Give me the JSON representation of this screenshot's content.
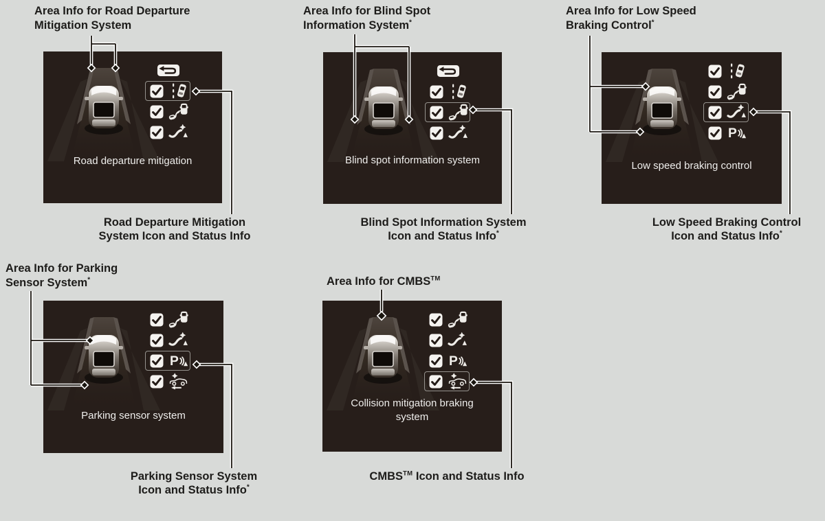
{
  "colors": {
    "page_background": "#d8dad8",
    "panel_background": "#271e1a",
    "panel_text": "#eeedeb",
    "label_text": "#1d1c1a",
    "icon_white": "#efede9",
    "icon_dark": "#241b17",
    "highlight_box_border": "#96938e",
    "callout_line_core": "#19150f",
    "callout_line_outline": "#ffffff"
  },
  "panels": [
    {
      "id": "road-departure-mitigation",
      "area_label": {
        "line1": "Area Info for Road Departure",
        "sup1": "",
        "line2": "Mitigation System",
        "sup2": ""
      },
      "screen": {
        "caption": "Road departure mitigation",
        "rows": [
          {
            "icon": "return-arrow",
            "checkbox": false,
            "highlighted": false
          },
          {
            "icon": "road-departure-mitigation",
            "checkbox": true,
            "checked": true,
            "highlighted": true
          },
          {
            "icon": "blind-spot-information",
            "checkbox": true,
            "checked": true,
            "highlighted": false
          },
          {
            "icon": "low-speed-braking",
            "checkbox": true,
            "checked": true,
            "highlighted": false
          }
        ]
      },
      "icon_label": {
        "line1a": "Road Departure Mitigation",
        "sup1": "",
        "line1b": "",
        "line2": "System Icon and Status Info",
        "sup2": ""
      }
    },
    {
      "id": "blind-spot-information-system",
      "area_label": {
        "line1": "Area Info for Blind Spot",
        "sup1": "",
        "line2": "Information System",
        "sup2": "*"
      },
      "screen": {
        "caption": "Blind spot information system",
        "rows": [
          {
            "icon": "return-arrow",
            "checkbox": false,
            "highlighted": false
          },
          {
            "icon": "road-departure-mitigation",
            "checkbox": true,
            "checked": true,
            "highlighted": false
          },
          {
            "icon": "blind-spot-information",
            "checkbox": true,
            "checked": true,
            "highlighted": true
          },
          {
            "icon": "low-speed-braking",
            "checkbox": true,
            "checked": true,
            "highlighted": false
          }
        ]
      },
      "icon_label": {
        "line1a": "Blind Spot Information System",
        "sup1": "",
        "line1b": "",
        "line2": "Icon and Status Info",
        "sup2": "*"
      }
    },
    {
      "id": "low-speed-braking-control",
      "area_label": {
        "line1": "Area Info for Low Speed",
        "sup1": "",
        "line2": "Braking Control",
        "sup2": "*"
      },
      "screen": {
        "caption": "Low speed braking control",
        "rows": [
          {
            "icon": "road-departure-mitigation",
            "checkbox": true,
            "checked": true,
            "highlighted": false
          },
          {
            "icon": "blind-spot-information",
            "checkbox": true,
            "checked": true,
            "highlighted": false
          },
          {
            "icon": "low-speed-braking",
            "checkbox": true,
            "checked": true,
            "highlighted": true
          },
          {
            "icon": "parking-sensor",
            "checkbox": true,
            "checked": true,
            "highlighted": false
          }
        ]
      },
      "icon_label": {
        "line1a": "Low Speed Braking Control",
        "sup1": "",
        "line1b": "",
        "line2": "Icon and Status Info",
        "sup2": "*"
      }
    },
    {
      "id": "parking-sensor-system",
      "area_label": {
        "line1": "Area Info for Parking",
        "sup1": "",
        "line2": "Sensor System",
        "sup2": "*"
      },
      "screen": {
        "caption": "Parking sensor system",
        "rows": [
          {
            "icon": "blind-spot-information",
            "checkbox": true,
            "checked": true,
            "highlighted": false
          },
          {
            "icon": "low-speed-braking",
            "checkbox": true,
            "checked": true,
            "highlighted": false
          },
          {
            "icon": "parking-sensor",
            "checkbox": true,
            "checked": true,
            "highlighted": true
          },
          {
            "icon": "collision-mitigation-braking",
            "checkbox": true,
            "checked": true,
            "highlighted": false
          }
        ]
      },
      "icon_label": {
        "line1a": "Parking Sensor System",
        "sup1": "",
        "line1b": "",
        "line2": "Icon and Status Info",
        "sup2": "*"
      }
    },
    {
      "id": "cmbs",
      "area_label": {
        "line1": "Area Info for CMBS",
        "sup1": "TM",
        "line2": "",
        "sup2": ""
      },
      "screen": {
        "caption": "Collision mitigation braking\nsystem",
        "rows": [
          {
            "icon": "blind-spot-information",
            "checkbox": true,
            "checked": true,
            "highlighted": false
          },
          {
            "icon": "low-speed-braking",
            "checkbox": true,
            "checked": true,
            "highlighted": false
          },
          {
            "icon": "parking-sensor",
            "checkbox": true,
            "checked": true,
            "highlighted": false
          },
          {
            "icon": "collision-mitigation-braking",
            "checkbox": true,
            "checked": true,
            "highlighted": true
          }
        ]
      },
      "icon_label": {
        "line1a": "CMBS",
        "sup1": "TM",
        "line1b": " Icon and Status Info",
        "line2": "",
        "sup2": ""
      }
    }
  ]
}
